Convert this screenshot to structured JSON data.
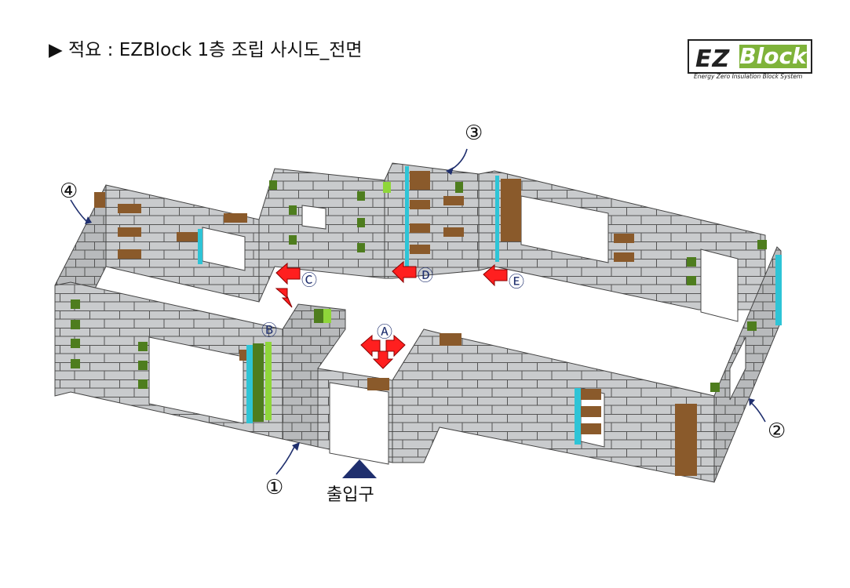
{
  "title": "▶ 적요 : EZBlock 1층 조립 사시도_전면",
  "logo": {
    "ez": "EZ",
    "block": "Block",
    "tagline": "Energy Zero Insulation Block System",
    "accent": "#7fb33a"
  },
  "wall_numbers": [
    "①",
    "②",
    "③",
    "④"
  ],
  "entry_labels": [
    "Ⓐ",
    "Ⓑ",
    "Ⓒ",
    "Ⓓ",
    "Ⓔ"
  ],
  "entrance_label": "출입구",
  "colors": {
    "block": "#c9cbcd",
    "block_top": "#e4e5e6",
    "joint": "#555555",
    "brown": "#8a5a2b",
    "green": "#4e7d1e",
    "lime": "#8fd63a",
    "cyan": "#2ec4d6",
    "arrow": "#ff1f1f",
    "marker": "#1f2f6e"
  },
  "icons": [
    "entry-arrow-icon",
    "entrance-triangle-icon",
    "leader-arrow-icon"
  ]
}
